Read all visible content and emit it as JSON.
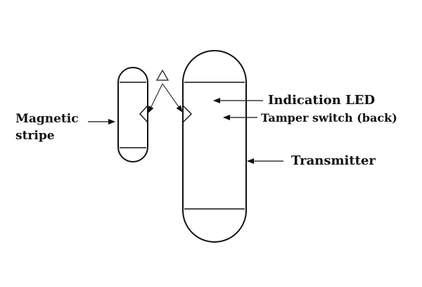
{
  "labels": {
    "magnetic_line1": "Magnetic",
    "magnetic_line2": "stripe",
    "indication_led": "Indication LED",
    "tamper_switch": "Tamper switch (back)",
    "transmitter": "Transmitter"
  },
  "colors": {
    "stroke": "#111111",
    "background": "#ffffff"
  }
}
